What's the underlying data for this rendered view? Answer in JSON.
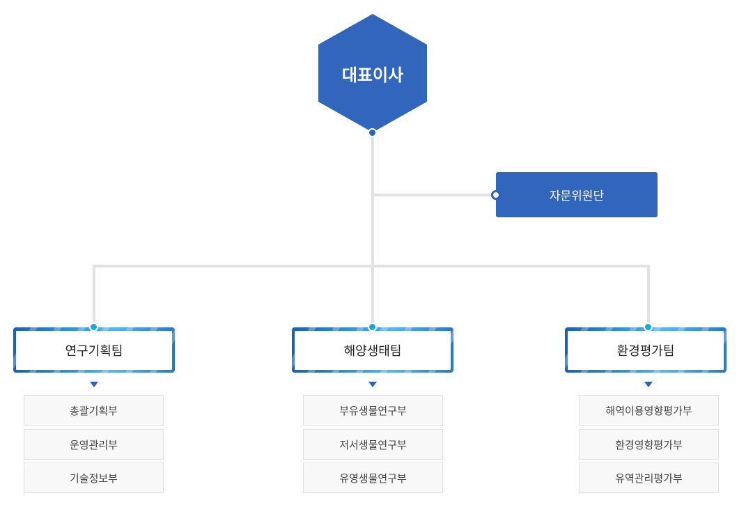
{
  "top": {
    "label": "대표이사",
    "color": "#3266bc"
  },
  "advisory": {
    "label": "자문위원단"
  },
  "teams": [
    {
      "label": "연구기획팀",
      "departments": [
        "총괄기획부",
        "운영관리부",
        "기술정보부"
      ]
    },
    {
      "label": "해양생태팀",
      "departments": [
        "부유생물연구부",
        "저서생물연구부",
        "유영생물연구부"
      ]
    },
    {
      "label": "환경평가팀",
      "departments": [
        "해역이용영향평가부",
        "환경영향평가부",
        "유역관리평가부"
      ]
    }
  ]
}
